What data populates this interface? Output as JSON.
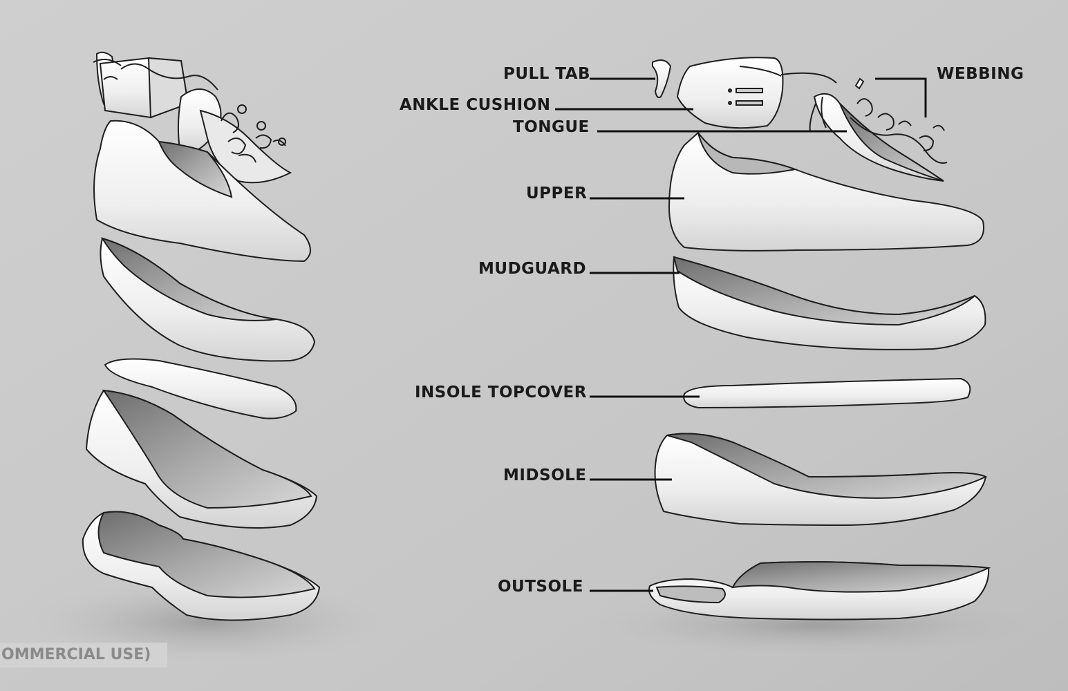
{
  "labels": {
    "pull_tab": "PULL TAB",
    "ankle_cushion": "ANKLE CUSHION",
    "tongue": "TONGUE",
    "webbing": "WEBBING",
    "upper": "UPPER",
    "mudguard": "MUDGUARD",
    "insole_topcover": "INSOLE TOPCOVER",
    "midsole": "MIDSOLE",
    "outsole": "OUTSOLE"
  },
  "watermark": "OMMERCIAL USE)",
  "colors": {
    "background": "#c9c9c9",
    "part_fill": "#f2f2f2",
    "part_shade": "#8d8d8d",
    "outline": "#1e1e1e"
  }
}
